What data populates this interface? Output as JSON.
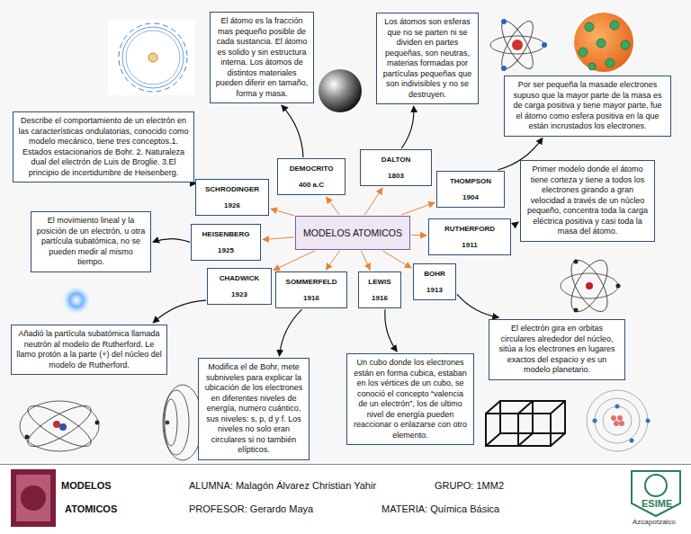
{
  "diagram": {
    "nodes": [
      {
        "text": [
          "MODELOS ATOMICOS"
        ]
      },
      {
        "text": [
          "DEMOCRITO",
          "400 a.C"
        ]
      },
      {
        "text": [
          "DALTON",
          "1803"
        ]
      },
      {
        "text": [
          "THOMPSON",
          "1904"
        ]
      },
      {
        "text": [
          "RUTHERFORD",
          "1911"
        ]
      },
      {
        "text": [
          "BOHR",
          "1913"
        ]
      },
      {
        "text": [
          "LEWIS",
          "1916"
        ]
      },
      {
        "text": [
          "SOMMERFELD",
          "1916"
        ]
      },
      {
        "text": [
          "CHADWICK",
          "1923"
        ]
      },
      {
        "text": [
          "HEISENBERG",
          "1925"
        ]
      },
      {
        "text": [
          "SCHRODINGER",
          "1926"
        ]
      },
      {
        "text": [
          "El átomo es la fracción mas pequeño posible de cada sustancia. El átomo es solido y sin estructura interna. Los átomos de distintos materiales pueden diferir en tamaño, forma y masa."
        ]
      },
      {
        "text": [
          "Los átomos son esferas que no se parten ni se dividen en partes pequeñas, son neutras, materias formadas por partículas pequeñas que son indivisibles y no se destruyen."
        ]
      },
      {
        "text": [
          "Por ser pequeña la masade electrones supuso que la mayor parte de la masa es de carga positiva y tiene mayor parte, fue el átomo como esfera positiva en la que están incrustados los electrones."
        ]
      },
      {
        "text": [
          "Primer modelo donde el átomo tiene corteza y tiene a todos los electrones girando a gran velocidad a través de un núcleo pequeño, concentra toda la carga eléctrica positiva y casi toda la masa del átomo."
        ]
      },
      {
        "text": [
          "El electrón gira en orbitas circulares alrededor del núcleo, sitúa a los electrones en lugares exactos del espacio y es un modelo planetario."
        ]
      },
      {
        "text": [
          "Un cubo donde los electrones están en forma cubica, estaban en los vértices de un cubo, se conoció el concepto “valencia de un electrón”, los de ultimo nivel de energía pueden reaccionar o enlazarse con otro elemento."
        ]
      },
      {
        "text": [
          "Modifica el de Bohr, mete subniveles para explicar la ubicación de los electrones en diferentes niveles de energía, numero cuántico, sus niveles: s, p, d y f. Los niveles no solo eran circulares si no también elípticos."
        ]
      },
      {
        "text": [
          "Añadió la partícula subatómica llamada neutrón al modelo de Rutherford. Le llamo protón a la parte (+) del núcleo del modelo de Rutherford."
        ]
      },
      {
        "text": [
          "El movimiento lineal y la posición de un electrón, u otra partícula subatómica, no se pueden medir al mismo tiempo."
        ]
      },
      {
        "text": [
          "Describe el comportamiento de un electrón en las características ondulatorias, conocido como modelo mecánico, tiene tres conceptos.1. Estados estacionarios de Bohr. 2. Naturaleza dual del electrón de Luis de Broglie. 3.El principio de incertidumbre de Heisenberg."
        ]
      }
    ],
    "edges": [
      {
        "from": 0,
        "to": 1,
        "arrow": "to"
      },
      {
        "from": 0,
        "to": 2,
        "arrow": "to"
      },
      {
        "from": 0,
        "to": 3,
        "arrow": "to"
      },
      {
        "from": 0,
        "to": 4,
        "arrow": "to"
      },
      {
        "from": 0,
        "to": 5,
        "arrow": "to"
      },
      {
        "from": 0,
        "to": 6,
        "arrow": "to"
      },
      {
        "from": 0,
        "to": 7,
        "arrow": "to"
      },
      {
        "from": 0,
        "to": 8,
        "arrow": "to"
      },
      {
        "from": 0,
        "to": 9,
        "arrow": "to"
      },
      {
        "from": 0,
        "to": 10,
        "arrow": "to"
      },
      {
        "from": 1,
        "to": 11,
        "arrow": "to"
      },
      {
        "from": 2,
        "to": 12,
        "arrow": "to"
      },
      {
        "from": 3,
        "to": 13,
        "arrow": "to"
      },
      {
        "from": 4,
        "to": 14,
        "arrow": "to"
      },
      {
        "from": 5,
        "to": 15,
        "arrow": "to"
      },
      {
        "from": 6,
        "to": 16,
        "arrow": "to"
      },
      {
        "from": 7,
        "to": 17,
        "arrow": "to"
      },
      {
        "from": 8,
        "to": 18,
        "arrow": "to"
      },
      {
        "from": 9,
        "to": 19,
        "arrow": "to"
      },
      {
        "from": 10,
        "to": 20,
        "arrow": "to"
      }
    ],
    "labels": [
      "MODELOS",
      "ATOMICOS",
      "ALUMNA: Malagón Álvarez Christian Yahir",
      "PROFESOR: Gerardo Maya",
      "GRUPO: 1MM2",
      "MATERIA: Química Básica",
      "ESIME",
      "Azcapotzalco"
    ]
  }
}
